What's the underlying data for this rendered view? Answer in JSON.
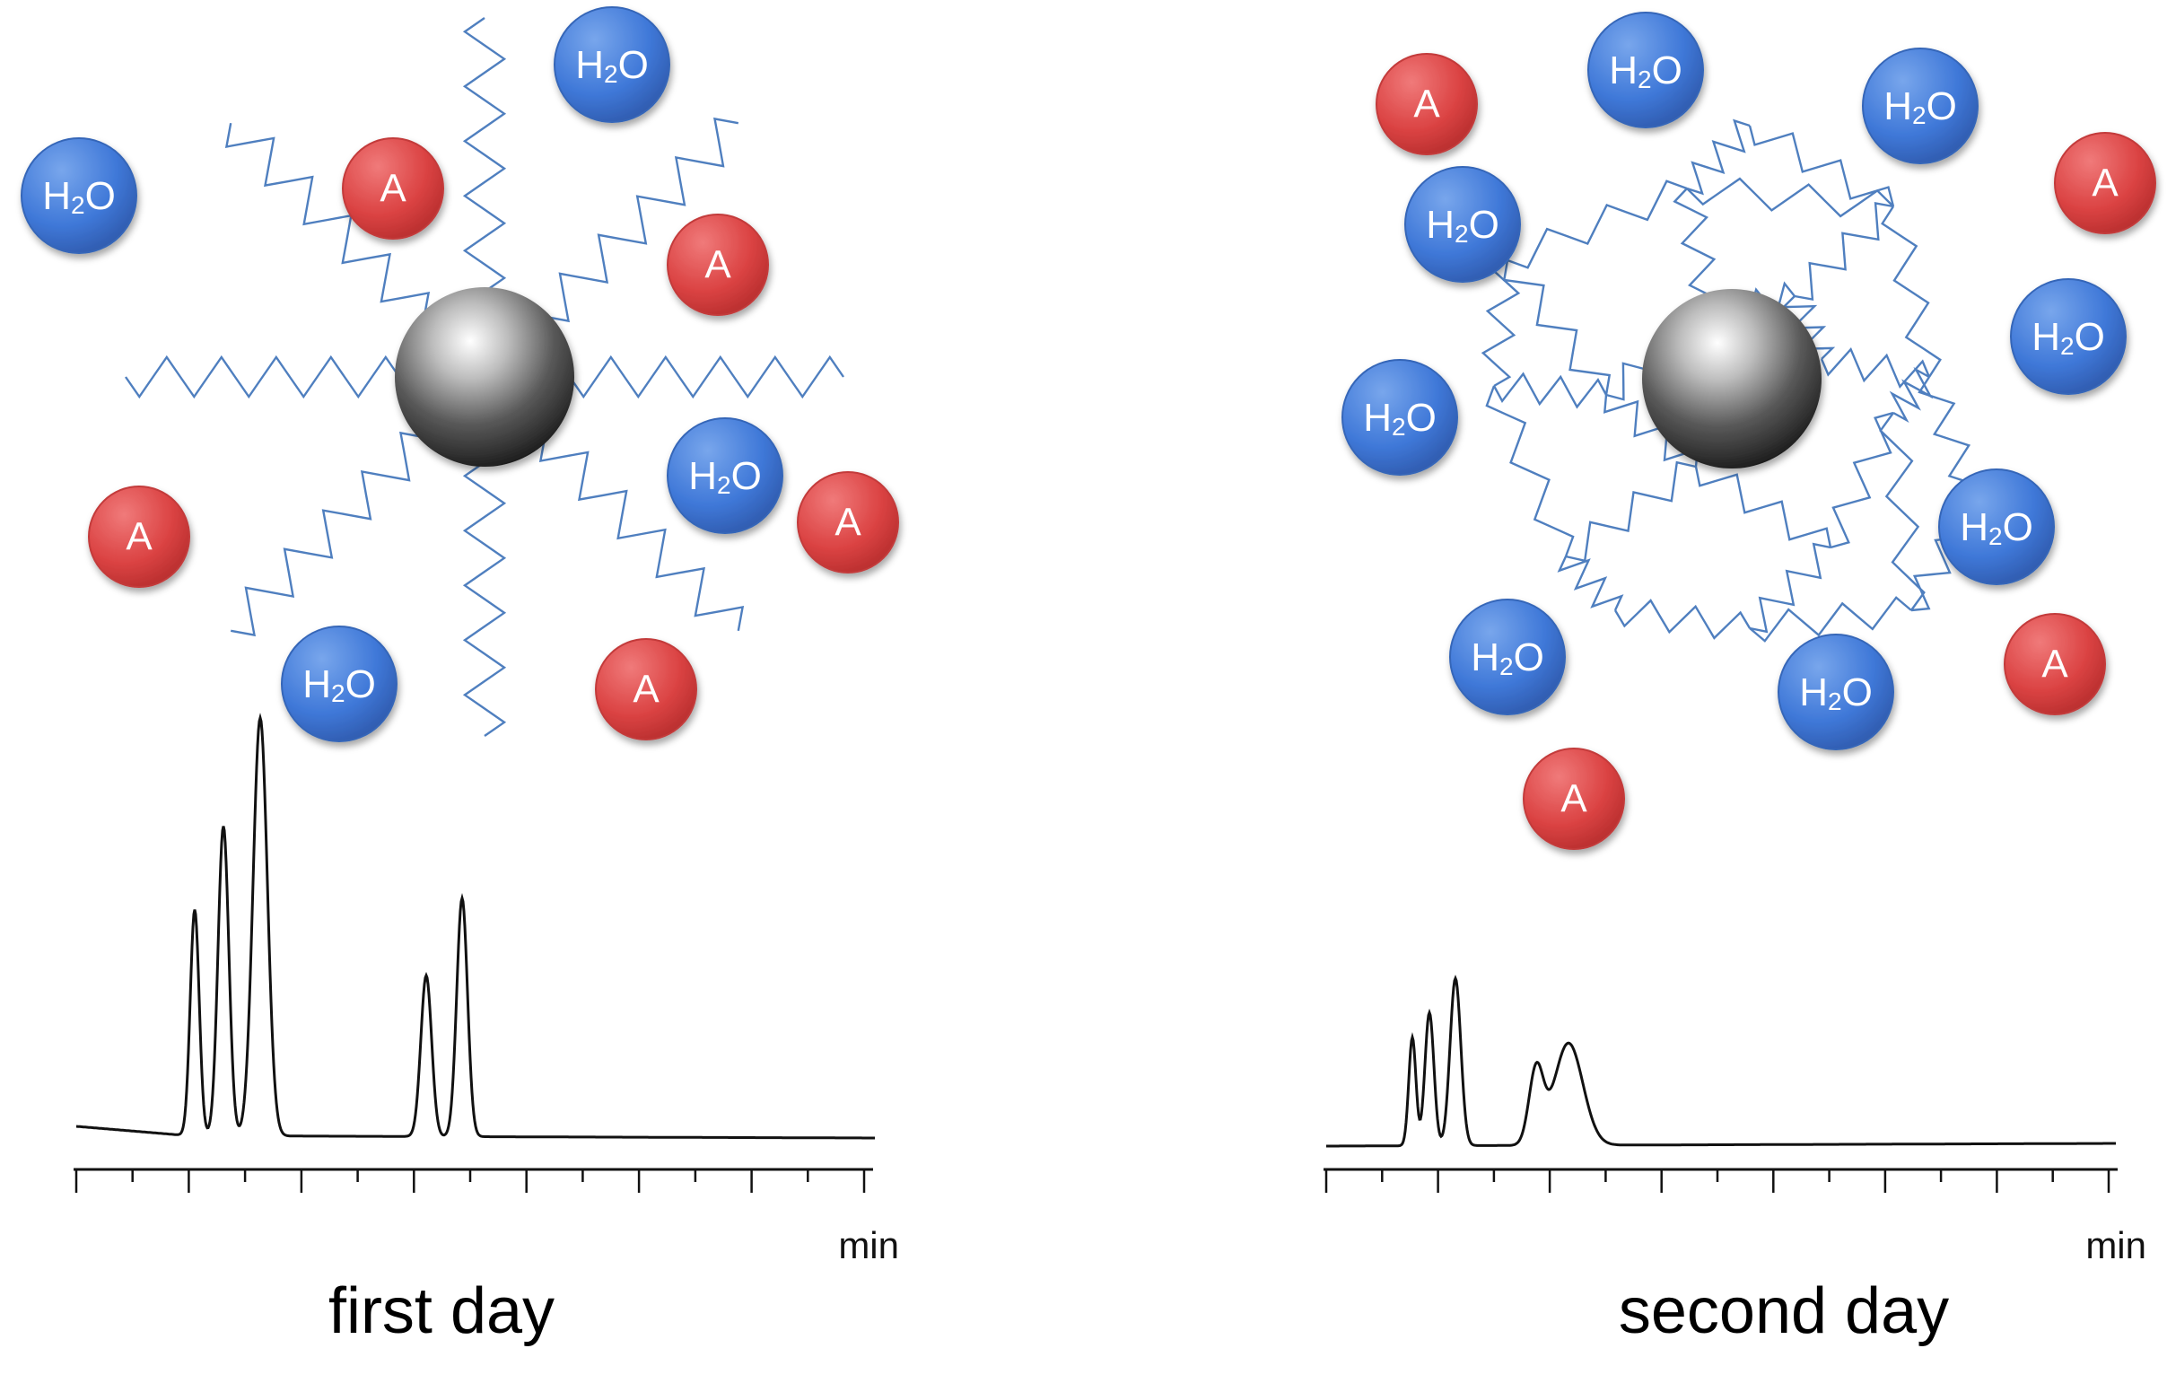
{
  "panels": [
    {
      "id": "first",
      "caption": "first day",
      "axis_unit": "min",
      "molecules": [
        {
          "kind": "water",
          "label": "H2O"
        },
        {
          "kind": "water",
          "label": "H2O"
        },
        {
          "kind": "water",
          "label": "H2O"
        },
        {
          "kind": "water",
          "label": "H2O"
        },
        {
          "kind": "analyte",
          "label": "A"
        },
        {
          "kind": "analyte",
          "label": "A"
        },
        {
          "kind": "analyte",
          "label": "A"
        },
        {
          "kind": "analyte",
          "label": "A"
        },
        {
          "kind": "analyte",
          "label": "A"
        }
      ],
      "chain_state": "extended",
      "chromatogram_peaks": [
        {
          "height": 0.73
        },
        {
          "height": 1.0
        },
        {
          "height": 1.35
        },
        {
          "height": 0.52
        },
        {
          "height": 0.77
        }
      ]
    },
    {
      "id": "second",
      "caption": "second day",
      "axis_unit": "min",
      "molecules": [
        {
          "kind": "water",
          "label": "H2O"
        },
        {
          "kind": "water",
          "label": "H2O"
        },
        {
          "kind": "water",
          "label": "H2O"
        },
        {
          "kind": "water",
          "label": "H2O"
        },
        {
          "kind": "water",
          "label": "H2O"
        },
        {
          "kind": "water",
          "label": "H2O"
        },
        {
          "kind": "water",
          "label": "H2O"
        },
        {
          "kind": "water",
          "label": "H2O"
        },
        {
          "kind": "analyte",
          "label": "A"
        },
        {
          "kind": "analyte",
          "label": "A"
        },
        {
          "kind": "analyte",
          "label": "A"
        },
        {
          "kind": "analyte",
          "label": "A"
        }
      ],
      "chain_state": "collapsed",
      "chromatogram_peaks": [
        {
          "height": 0.35
        },
        {
          "height": 0.43
        },
        {
          "height": 0.54
        },
        {
          "height": 0.24
        },
        {
          "height": 0.33
        }
      ]
    }
  ],
  "colors": {
    "water": "#4a79c9",
    "analyte": "#d84848",
    "chain": "#4f7fbf",
    "trace": "#111111",
    "particle": "#777777"
  }
}
